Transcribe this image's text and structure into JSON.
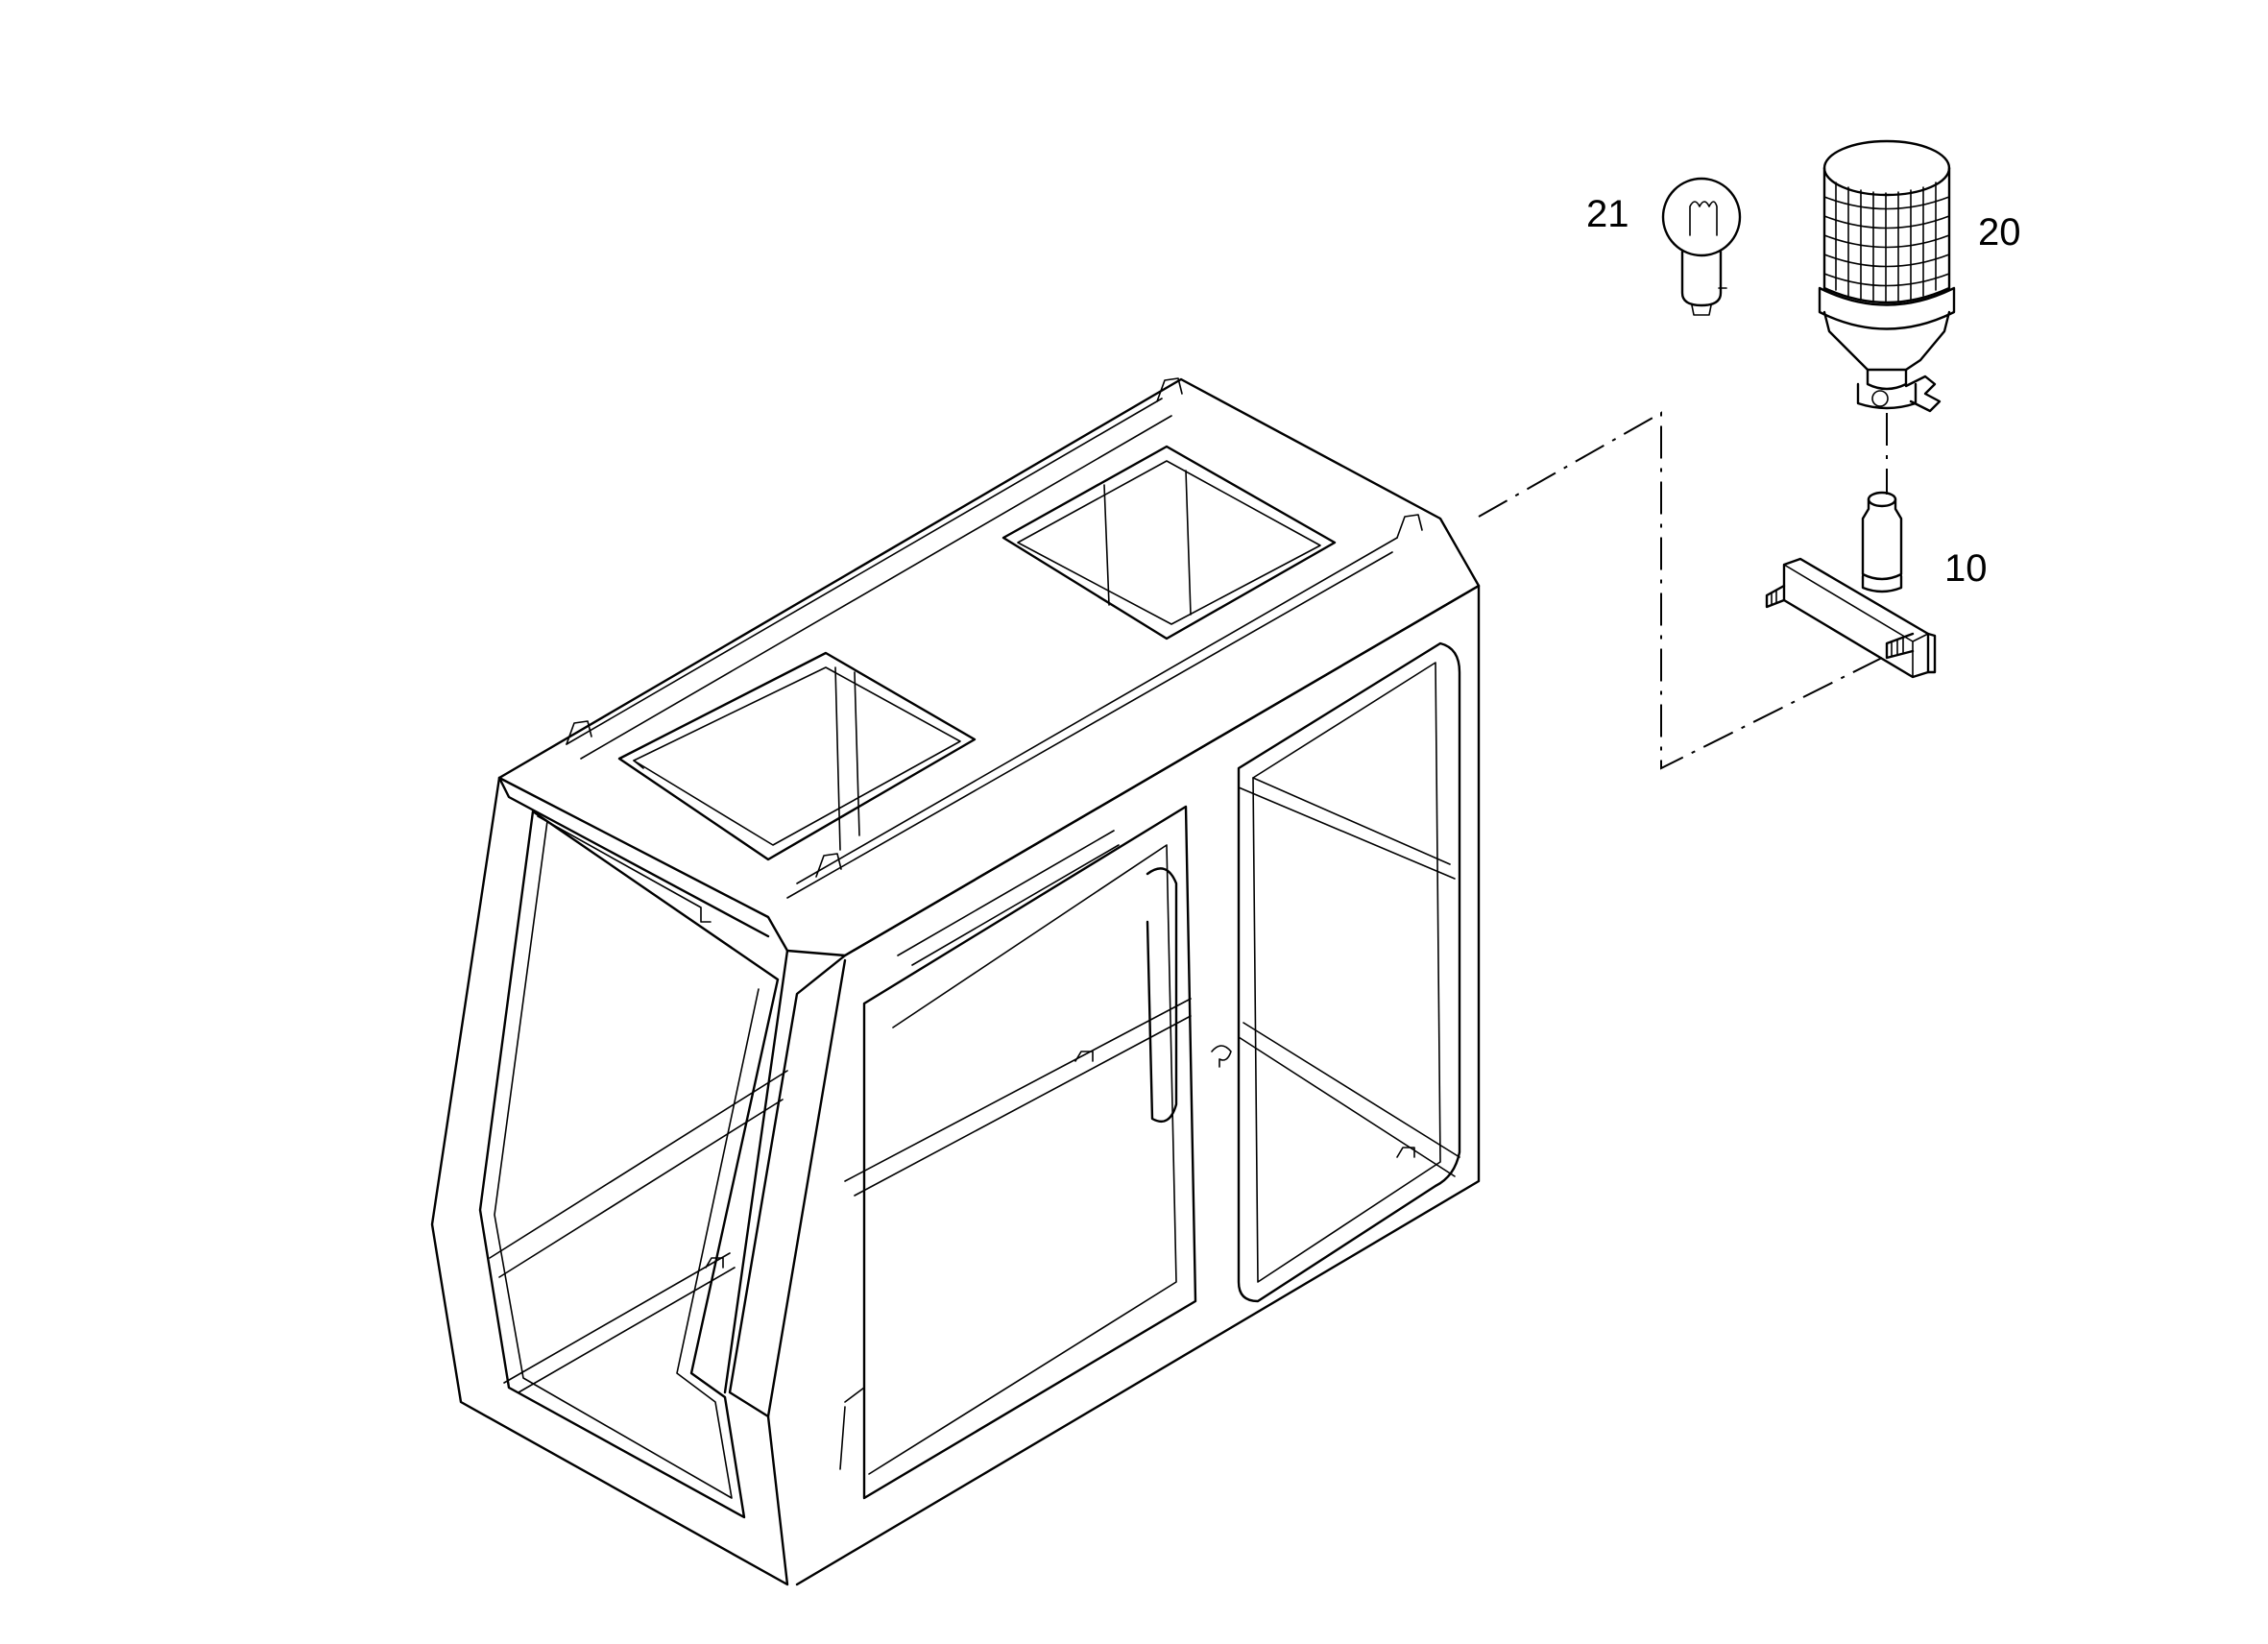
{
  "callouts": {
    "c21": "21",
    "c20": "20",
    "c10": "10"
  },
  "parts": {
    "cab": "cab-frame",
    "bulb": "light-bulb",
    "beacon": "rotating-beacon",
    "holder": "beacon-holder-bracket"
  },
  "colors": {
    "line": "#000000",
    "background": "#ffffff"
  }
}
